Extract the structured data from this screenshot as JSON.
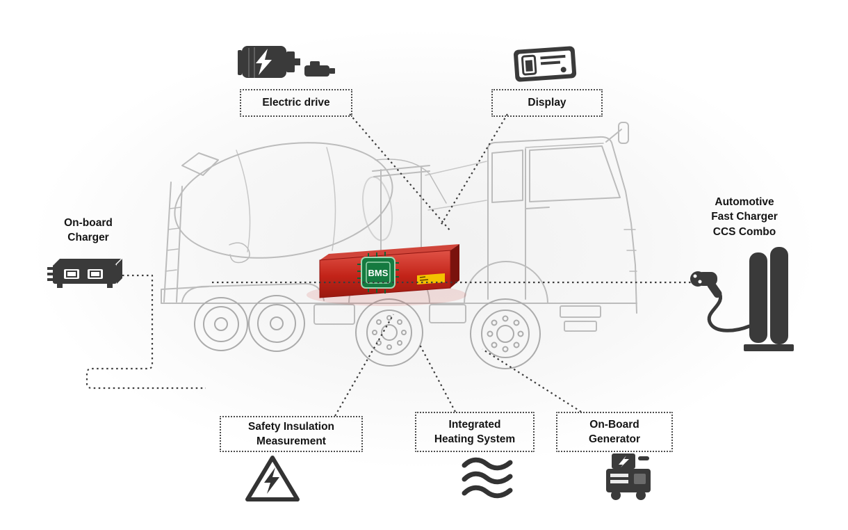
{
  "labels": {
    "electric_drive": "Electric drive",
    "display": "Display",
    "onboard_charger_line1": "On-board",
    "onboard_charger_line2": "Charger",
    "fast_charger_line1": "Automotive",
    "fast_charger_line2": "Fast Charger",
    "fast_charger_line3": "CCS Combo",
    "safety_line1": "Safety Insulation",
    "safety_line2": "Measurement",
    "heating_line1": "Integrated",
    "heating_line2": "Heating System",
    "generator_line1": "On-Board",
    "generator_line2": "Generator",
    "bms_chip": "BMS"
  },
  "icons": {
    "electric_drive": "electric-motor-icon",
    "display": "display-panel-icon",
    "onboard_charger": "onboard-charger-icon",
    "fast_charger": "charging-station-icon",
    "safety": "high-voltage-warning-icon",
    "heating": "heat-waves-icon",
    "generator": "generator-icon",
    "battery": "battery-pack",
    "bms": "bms-chip"
  },
  "colors": {
    "battery_red": "#c22318",
    "battery_red_light": "#e05246",
    "battery_red_dark": "#7a120d",
    "bms_green": "#157a40",
    "icon_dark": "#3a3a3a",
    "connector": "#3c3c3c",
    "sketch_gray": "#bcbcbc",
    "sticker_yellow": "#f3c200"
  }
}
